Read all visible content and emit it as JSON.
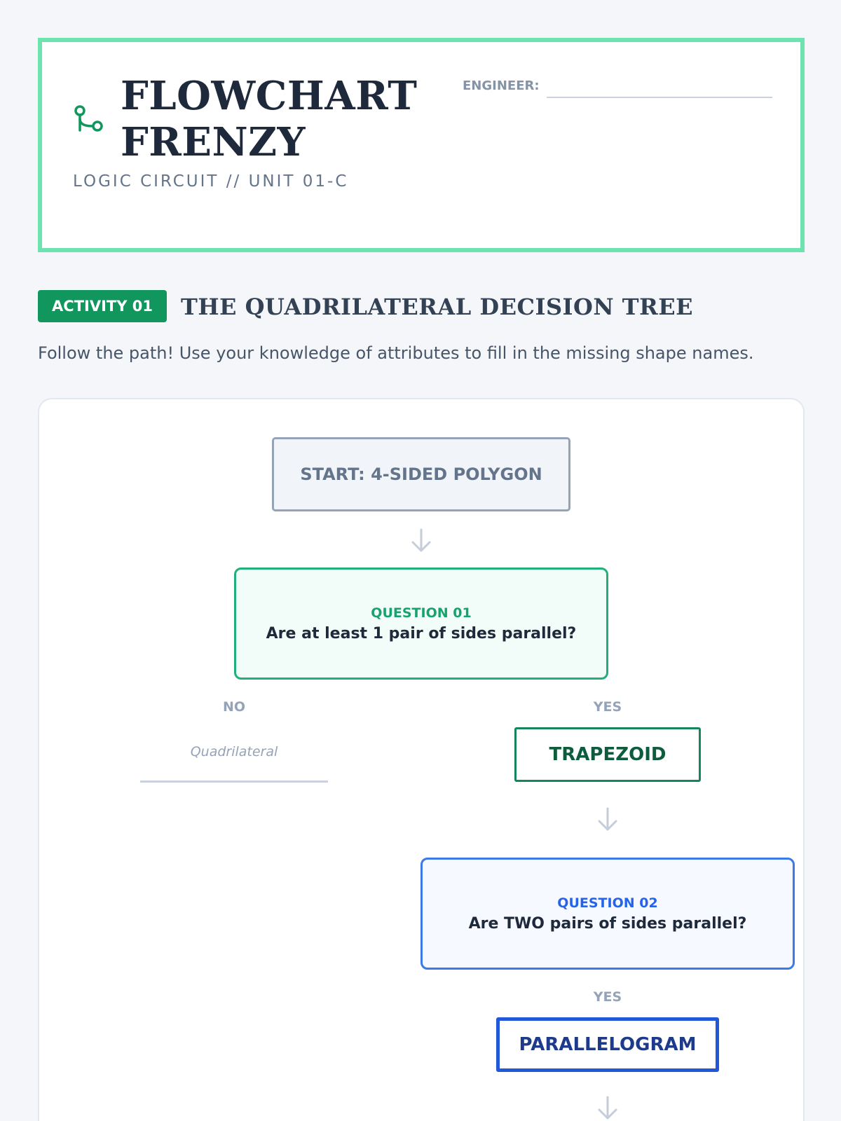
{
  "header": {
    "title_line1": "FLOWCHART",
    "title_line2": "FRENZY",
    "subtitle": "LOGIC CIRCUIT // UNIT 01-C",
    "engineer_label": "ENGINEER:",
    "icon": "branch-icon"
  },
  "activity": {
    "badge": "ACTIVITY 01",
    "title": "THE QUADRILATERAL DECISION TREE",
    "instructions": "Follow the path! Use your knowledge of attributes to fill in the missing shape names."
  },
  "flowchart": {
    "start": "START: 4-SIDED POLYGON",
    "question1": {
      "label": "QUESTION 01",
      "text": "Are at least 1 pair of sides parallel?"
    },
    "q1_no_label": "NO",
    "q1_yes_label": "YES",
    "q1_no_answer_placeholder": "Quadrilateral",
    "q1_yes_answer": "TRAPEZOID",
    "question2": {
      "label": "QUESTION 02",
      "text": "Are TWO pairs of sides parallel?"
    },
    "q2_yes_label": "YES",
    "q2_yes_answer": "PARALLELOGRAM",
    "arrow_icon": "arrow-down-icon"
  },
  "colors": {
    "header_border": "#6ee3b0",
    "accent_green": "#11965e",
    "accent_blue": "#2563eb",
    "text_dark": "#1e293b",
    "muted": "#94a3b8"
  }
}
